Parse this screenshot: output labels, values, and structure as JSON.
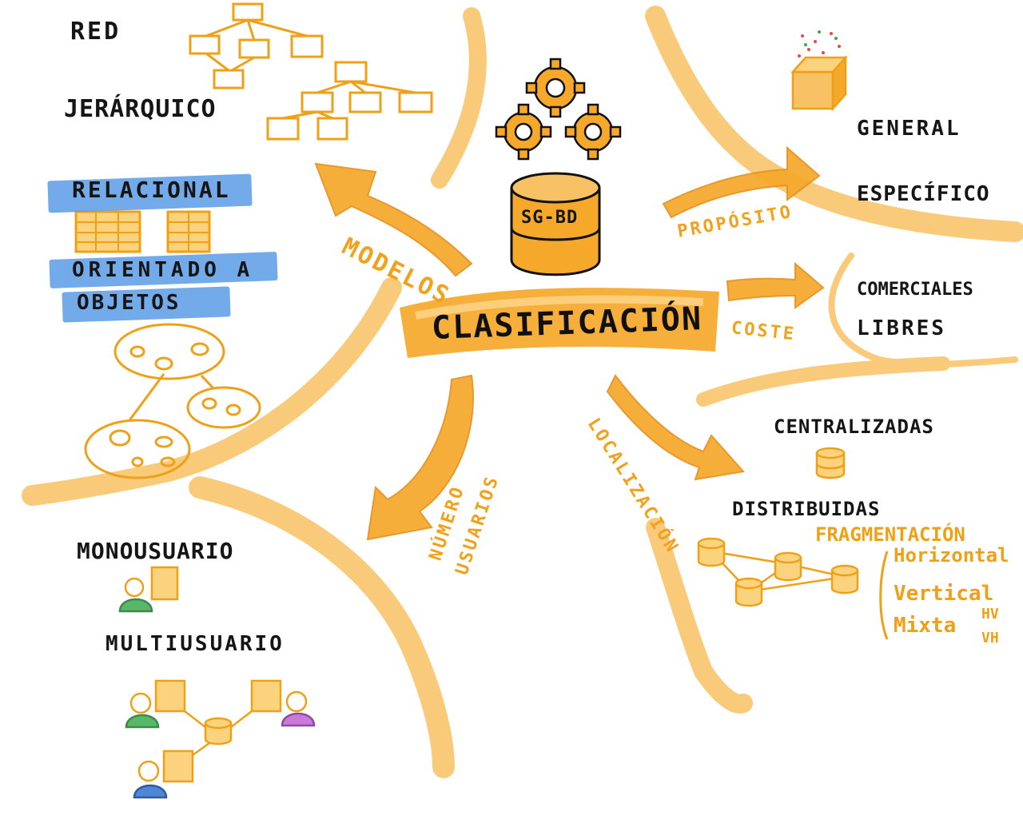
{
  "center": {
    "title": "CLASIFICACIÓN",
    "db_label": "SG-BD"
  },
  "branches": {
    "modelos": "MODELOS",
    "proposito": "PROPÓSITO",
    "coste": "COSTE",
    "localizacion": "LOCALIZACIÓN",
    "numero_usuarios_line1": "NÚMERO",
    "numero_usuarios_line2": "USUARIOS"
  },
  "modelos_items": {
    "red": "RED",
    "jerarquico": "JERÁRQUICO",
    "relacional": "RELACIONAL",
    "orientado_line1": "ORIENTADO A",
    "orientado_line2": "OBJETOS"
  },
  "proposito_items": {
    "general": "GENERAL",
    "especifico": "ESPECÍFICO"
  },
  "coste_items": {
    "comerciales": "COMERCIALES",
    "libres": "LIBRES"
  },
  "localizacion_items": {
    "centralizadas": "CENTRALIZADAS",
    "distribuidas": "DISTRIBUIDAS",
    "fragmentacion": "FRAGMENTACIÓN",
    "horizontal": "Horizontal",
    "vertical": "Vertical",
    "mixta": "Mixta",
    "hv": "HV",
    "vh": "VH"
  },
  "usuarios_items": {
    "monousuario": "MONOUSUARIO",
    "multiusuario": "MULTIUSUARIO"
  },
  "colors": {
    "accent": "#f2a21a",
    "highlight": "#5b9be6",
    "ink": "#151515"
  },
  "icons": [
    "gear-icon",
    "database-icon",
    "table-icon",
    "tree-icon",
    "box-icon",
    "user-laptop-icon",
    "network-icon"
  ]
}
